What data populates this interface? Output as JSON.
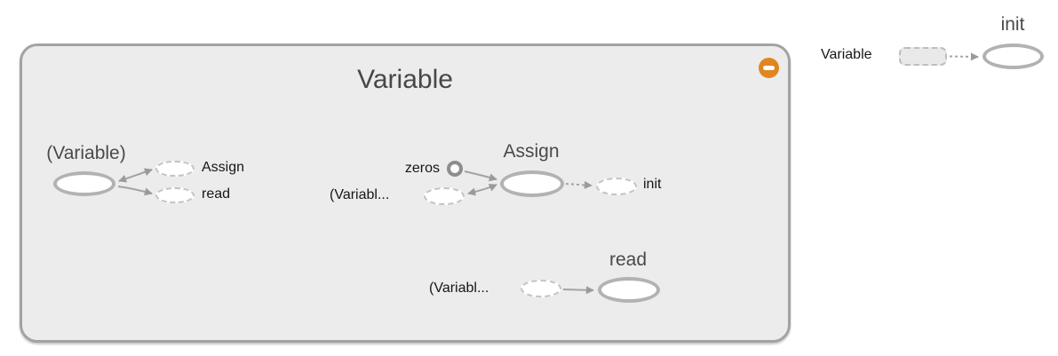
{
  "window": {
    "background": "#ffffff"
  },
  "group_node": {
    "title": "Variable",
    "collapse_button": {
      "icon": "minus",
      "color": "#e0861f"
    }
  },
  "variable_op": {
    "node_label": "(Variable)",
    "annotations": [
      {
        "label": "Assign",
        "shape": "dashed-ellipse",
        "edge": "reference"
      },
      {
        "label": "read",
        "shape": "dashed-ellipse",
        "edge": "dataflow"
      }
    ]
  },
  "assign_op": {
    "node_label": "Assign",
    "input_annotations": [
      {
        "label": "zeros",
        "shape": "constant-circle",
        "edge": "dataflow"
      },
      {
        "label": "(Variabl...",
        "shape": "dashed-ellipse",
        "edge": "reference"
      }
    ],
    "output_annotations": [
      {
        "label": "init",
        "shape": "dashed-ellipse",
        "edge": "control-dependency"
      }
    ]
  },
  "read_op": {
    "node_label": "read",
    "input_annotations": [
      {
        "label": "(Variabl...",
        "shape": "dashed-ellipse",
        "edge": "dataflow"
      }
    ]
  },
  "init_op": {
    "node_label": "init",
    "input_annotations": [
      {
        "label": "Variable",
        "shape": "dashed-rounded-rect",
        "edge": "control-dependency"
      }
    ]
  },
  "colors": {
    "group_fill": "#ececec",
    "group_border": "#a3a3a3",
    "op_node_stroke": "#b2b2b2",
    "dashed_stroke": "#c3c3c3",
    "constant_stroke": "#8d8d8d",
    "edge": "#a3a3a3",
    "arrowhead": "#9a9a9a",
    "collapse_button": "#e0861f",
    "node_label_text": "#4a4a4a",
    "annotation_text": "#161616"
  }
}
